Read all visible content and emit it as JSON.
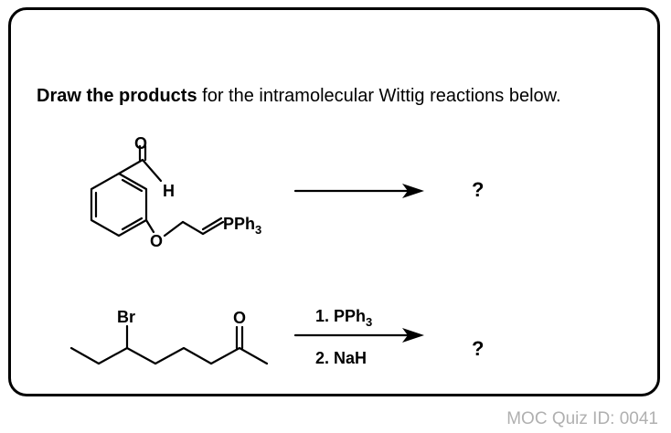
{
  "prompt": {
    "bold": "Draw the products",
    "rest": " for the intramolecular Wittig reactions below."
  },
  "reaction1": {
    "atoms": {
      "carbonyl_o": "O",
      "aldehyde_h": "H",
      "ether_o": "O",
      "ylide": "PPh",
      "ylide_sub": "3"
    },
    "product": "?"
  },
  "reaction2": {
    "atoms": {
      "bromine": "Br",
      "ketone_o": "O"
    },
    "step1": "1. PPh",
    "step1_sub": "3",
    "step2": "2. NaH",
    "product": "?"
  },
  "footer": "MOC Quiz ID: 0041"
}
